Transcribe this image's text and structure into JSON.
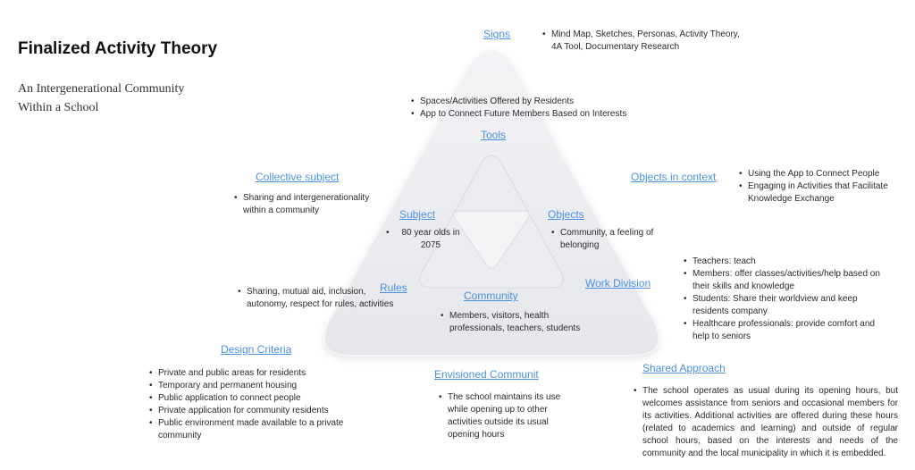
{
  "header": {
    "title": "Finalized Activity Theory",
    "subtitle": "An Intergenerational Community Within a School"
  },
  "diagram": {
    "signs": {
      "label": "Signs",
      "items": [
        "Mind Map, Sketches, Personas, Activity Theory, 4A Tool, Documentary Research"
      ]
    },
    "tools": {
      "label": "Tools",
      "items": [
        "Spaces/Activities Offered by Residents",
        "App to Connect Future Members Based on Interests"
      ]
    },
    "collective_subject": {
      "label": "Collective subject",
      "items": [
        "Sharing and intergenerationality within a community"
      ]
    },
    "objects_in_context": {
      "label": "Objects in context",
      "items": [
        "Using the App to Connect People",
        "Engaging in Activities that Facilitate Knowledge Exchange"
      ]
    },
    "subject": {
      "label": "Subject",
      "items": [
        "80 year olds in 2075"
      ]
    },
    "objects": {
      "label": "Objects",
      "items": [
        "Community, a feeling of belonging"
      ]
    },
    "rules": {
      "label": "Rules",
      "items": [
        "Sharing, mutual aid, inclusion, autonomy, respect for rules, activities"
      ]
    },
    "community": {
      "label": "Community",
      "items": [
        "Members, visitors, health professionals, teachers, students"
      ]
    },
    "work_division": {
      "label": "Work Division",
      "items": [
        "Teachers: teach",
        "Members: offer classes/activities/help based on their skills and knowledge",
        "Students: Share their worldview and keep residents company",
        "Healthcare professionals: provide comfort and help to seniors"
      ]
    },
    "design_criteria": {
      "label": "Design Criteria",
      "items": [
        "Private and public areas for residents",
        "Temporary and permanent housing",
        "Public application to connect people",
        "Private application for community residents",
        "Public environment made available to a private community"
      ]
    },
    "envisioned_community": {
      "label": "Envisioned Communit",
      "items": [
        "The school maintains its use while opening up to other activities outside its usual opening hours"
      ]
    },
    "shared_approach": {
      "label": "Shared Approach",
      "items": [
        "The school operates as usual during its opening hours, but welcomes assistance from seniors and occasional members for its activities. Additional activities are offered during these hours (related to academics and learning) and outside of regular school hours, based on the interests and needs of the community and the local municipality in which it is embedded."
      ]
    }
  },
  "colors": {
    "link": "#4a90e2",
    "triangle": "#e9eaee",
    "text": "#2a2a2a"
  }
}
